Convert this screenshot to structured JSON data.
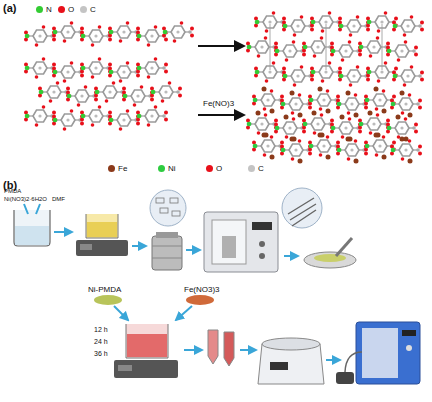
{
  "diagram": {
    "labels": [
      "(a)",
      "Fe(NO)3",
      "(b)",
      "PMDA",
      "Ni(NO3)2·6H2O",
      "DMF",
      "Ni-PMDA",
      "Fe(NO3)3",
      "12 h",
      "24 h",
      "36 h"
    ],
    "legend": [
      {
        "text": "N",
        "color": "#33cc33"
      },
      {
        "text": "O",
        "color": "#e8101a"
      },
      {
        "text": "C",
        "color": "#c4c4c4"
      },
      {
        "text": "Fe",
        "color": "#8b3a1a"
      },
      {
        "text": "Ni",
        "color": "#2ecc40"
      },
      {
        "text": "O",
        "color": "#e8101a"
      },
      {
        "text": "C",
        "color": "#c4c4c4"
      }
    ]
  }
}
